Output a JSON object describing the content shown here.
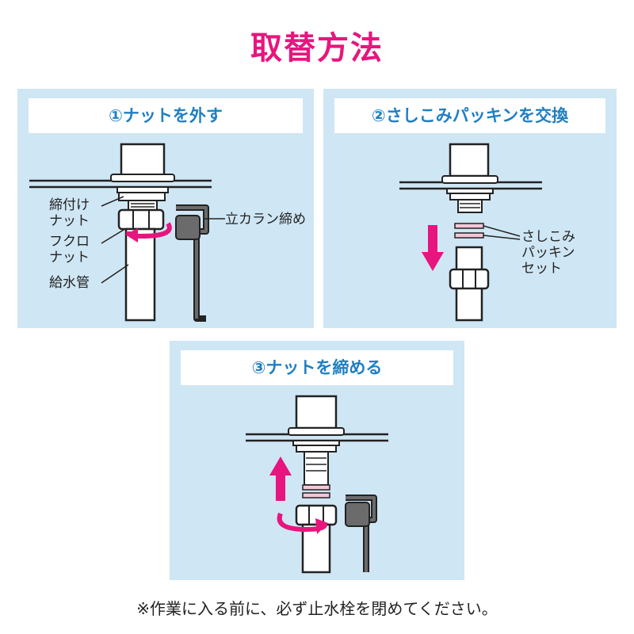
{
  "title": "取替方法",
  "colors": {
    "accent": "#e8157e",
    "heading": "#1f7fc2",
    "panel_bg": "#cfe6f4",
    "packing": "#f4c6d8"
  },
  "steps": [
    {
      "heading": "①ナットを外す",
      "labels": {
        "clamp_nut": [
          "締付け",
          "ナット"
        ],
        "cap_nut": [
          "フクロ",
          "ナット"
        ],
        "supply_pipe": "給水管",
        "wrench": "立カラン締め"
      }
    },
    {
      "heading": "②さしこみパッキンを交換",
      "labels": {
        "packing_set": [
          "さしこみ",
          "パッキン",
          "セット"
        ]
      }
    },
    {
      "heading": "③ナットを締める"
    }
  ],
  "footnote": "※作業に入る前に、必ず止水栓を閉めてください。"
}
